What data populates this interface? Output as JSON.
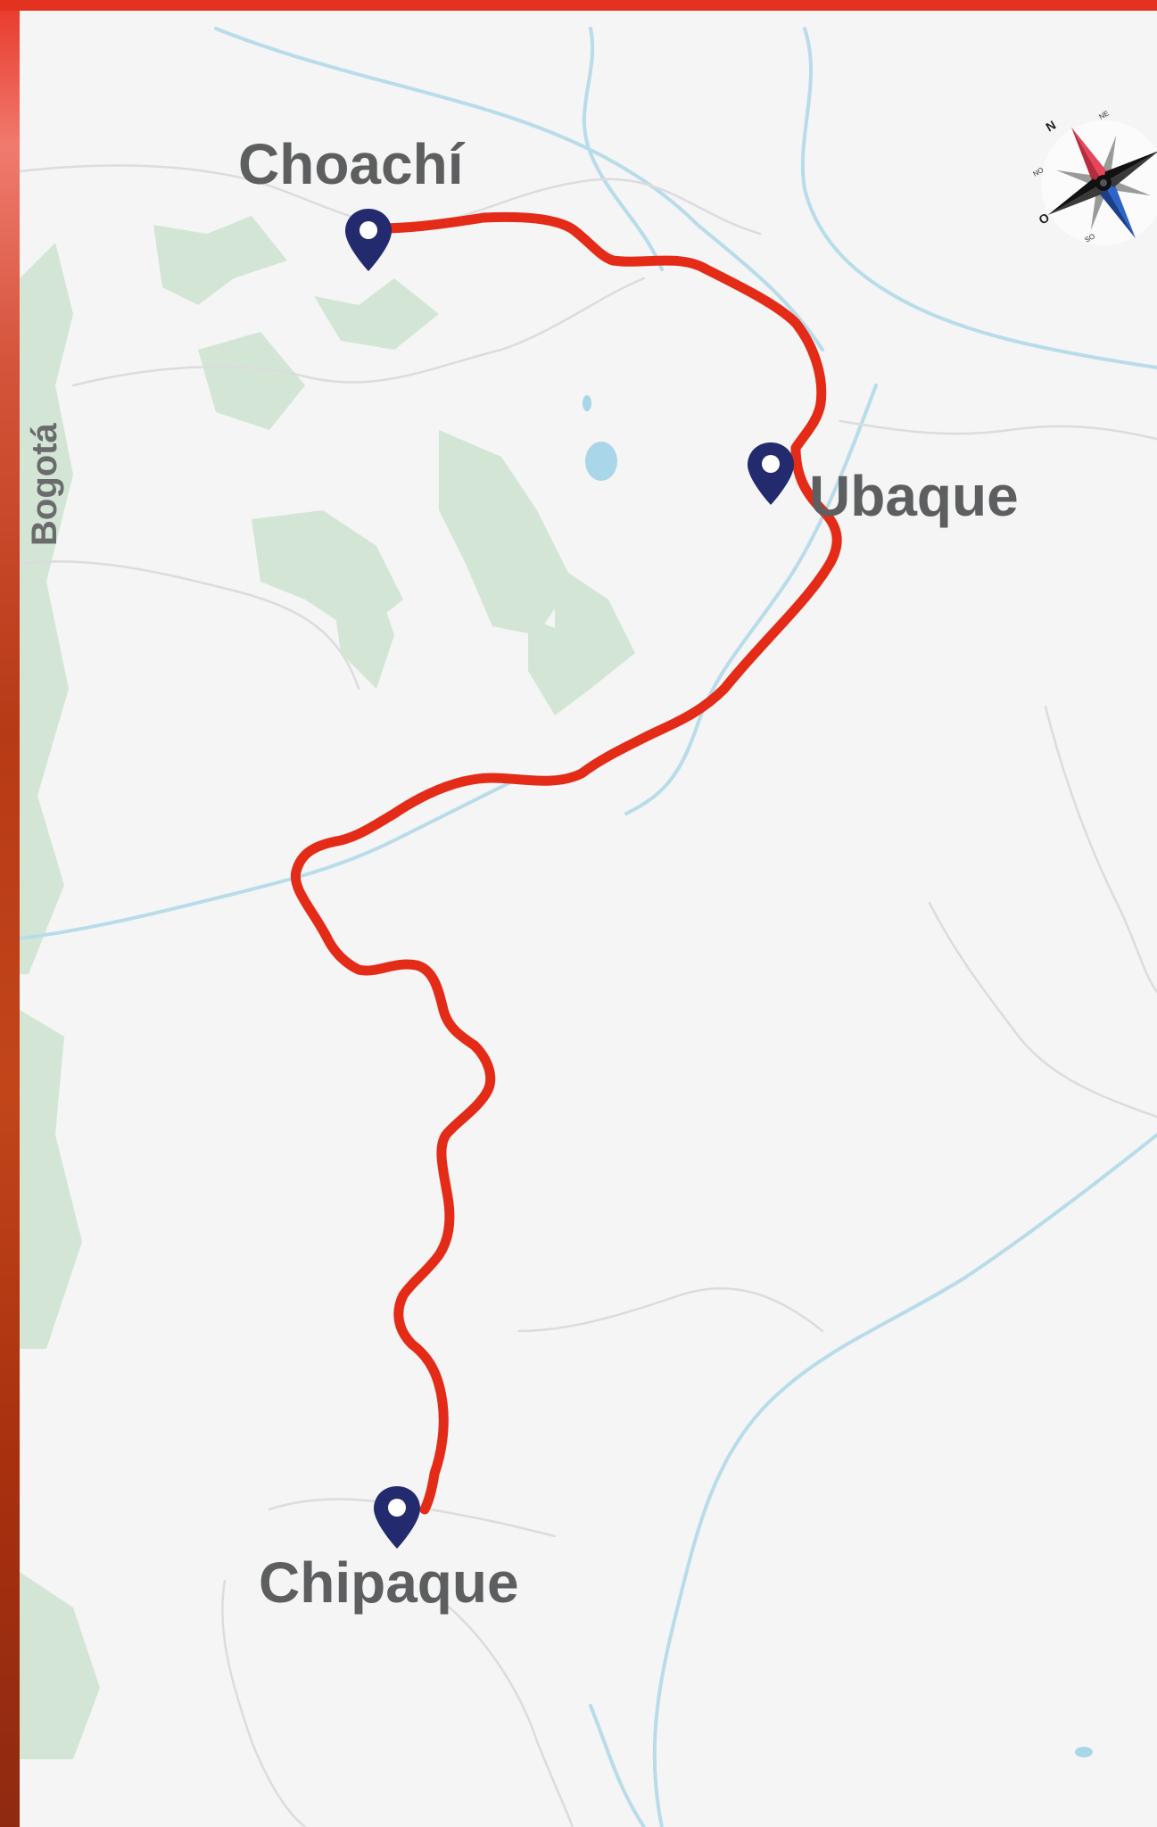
{
  "map": {
    "places": [
      {
        "name": "Choachí",
        "role": "origin"
      },
      {
        "name": "Ubaque",
        "role": "waypoint"
      },
      {
        "name": "Chipaque",
        "role": "destination"
      }
    ],
    "region_label": "Bogotá",
    "compass": {
      "n": "N",
      "ne": "NE",
      "no": "NO",
      "o": "O",
      "so": "SO"
    },
    "colors": {
      "route": "#e32b17",
      "pin": "#232a6e",
      "river": "#a9d6e8",
      "forest": "#cfe3d3",
      "road": "#d8d8d8",
      "background": "#f4f5f4",
      "label": "#5d5e60"
    }
  }
}
